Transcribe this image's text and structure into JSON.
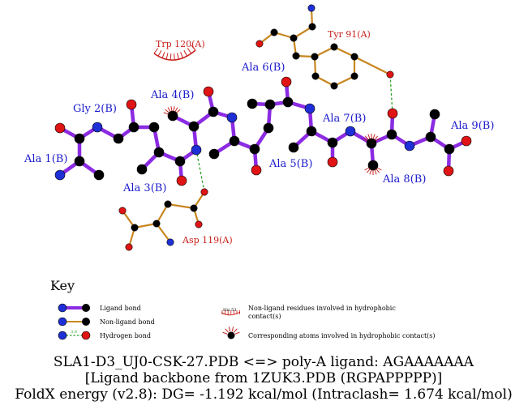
{
  "colors": {
    "ligand_bond": "#8b2be2",
    "nonligand_bond": "#c8861e",
    "hbond": "#2aa02a",
    "atom_c": "#000000",
    "atom_n": "#1f2fd6",
    "atom_o": "#e01414",
    "hydrophobic": "#c8201c",
    "label_blue": "#1a1acc",
    "label_red": "#c8201c"
  },
  "residue_labels": {
    "ala1": "Ala 1(B)",
    "gly2": "Gly 2(B)",
    "ala3": "Ala 3(B)",
    "ala4": "Ala 4(B)",
    "ala5": "Ala 5(B)",
    "ala6": "Ala 6(B)",
    "ala7": "Ala 7(B)",
    "ala8": "Ala 8(B)",
    "ala9": "Ala 9(B)",
    "trp120": "Trp 120(A)",
    "tyr91": "Tyr 91(A)",
    "asp119": "Asp 119(A)"
  },
  "key": {
    "title": "Key",
    "ligand_bond": "Ligand bond",
    "nonligand_bond": "Non-ligand bond",
    "hydrogen_bond": "Hydrogen bond",
    "hbond_sample_dist": "3.0",
    "hydrophobic_residues": "Non-ligand residues involved in hydrophobic",
    "hydrophobic_residues_2": "contact(s)",
    "hydrophobic_sample_label": "His 53",
    "hydrophobic_atoms": "Corresponding atoms involved in hydrophobic contact(s)"
  },
  "caption": {
    "line1": "SLA1-D3_UJ0-CSK-27.PDB <=> poly-A ligand: AGAAAAAAA",
    "line2": "[Ligand backbone from 1ZUK3.PDB (RGPAPPPPP)]",
    "line3": "FoldX energy (v2.8): DG= -1.192 kcal/mol (Intraclash= 1.674 kcal/mol)"
  }
}
